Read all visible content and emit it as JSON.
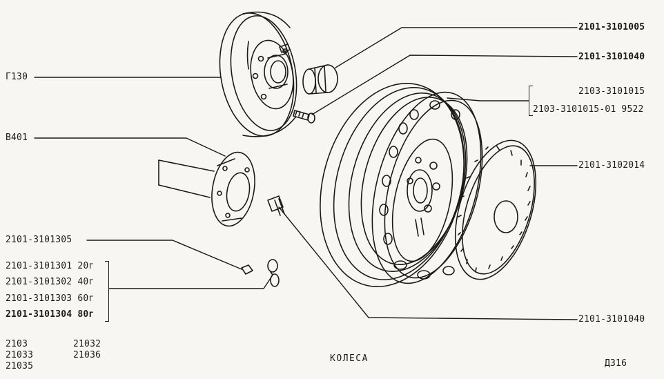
{
  "title": "КОЛЕСА",
  "page_code": "Д316",
  "labels": {
    "g130": "Г130",
    "b401": "В401",
    "p3101005": "2101-3101005",
    "p3101040_top": "2101-3101040",
    "p3101015": "2103-3101015",
    "p3101015_01": "2103-3101015-01 9522",
    "p3102014": "2101-3102014",
    "p3101305": "2101-3101305",
    "w1": "2101-3101301 20г",
    "w2": "2101-3101302 40г",
    "w3": "2101-3101303 60г",
    "w4": "2101-3101304 80г",
    "p3101040_bottom": "2101-3101040"
  },
  "models": [
    "2103",
    "21032",
    "21033",
    "21036",
    "21035"
  ]
}
